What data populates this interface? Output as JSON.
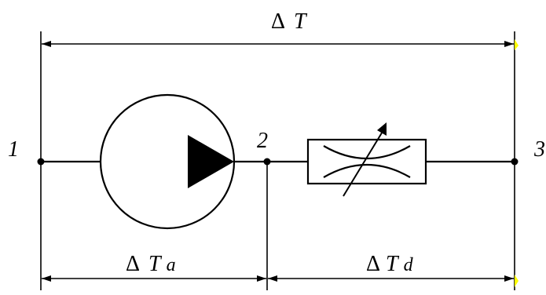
{
  "labels": {
    "node_1": "1",
    "node_2": "2",
    "node_3": "3",
    "delta_symbol": "Δ",
    "total_var": "T",
    "left_var": "T",
    "left_sub": "a",
    "right_var": "T",
    "right_sub": "d"
  },
  "colors": {
    "line": "#000000",
    "background": "#ffffff",
    "marker": "#ffff00"
  }
}
